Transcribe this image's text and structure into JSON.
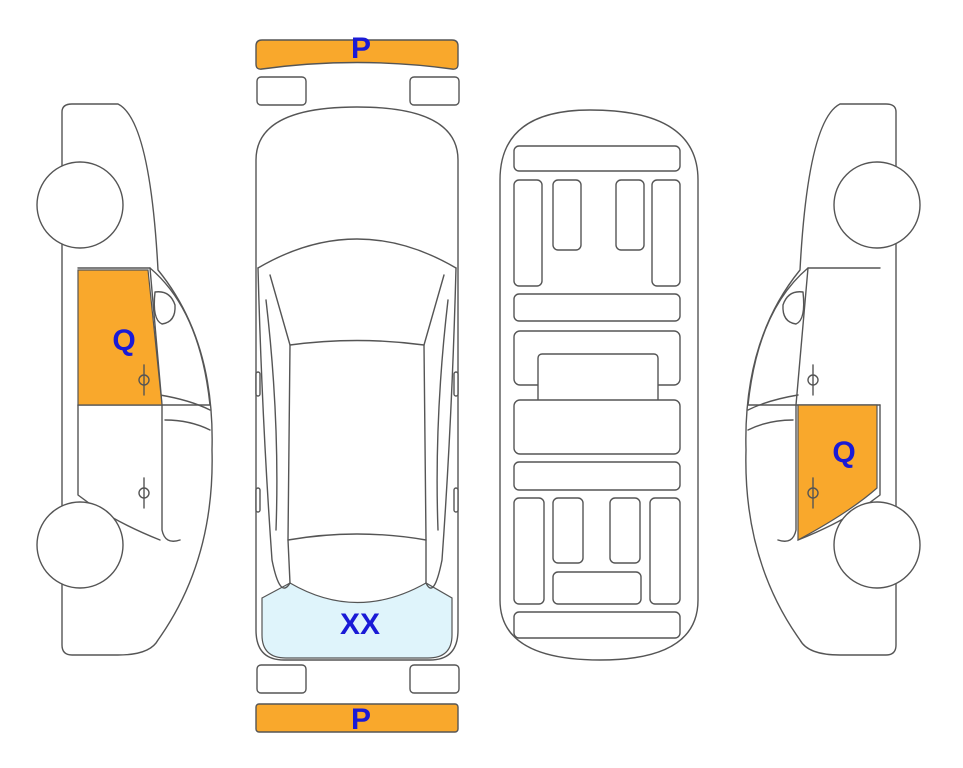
{
  "colors": {
    "damage_orange": "#f9a82c",
    "damage_light_blue": "#dff4fb",
    "label_blue": "#1a1ad6",
    "outline": "#555555"
  },
  "labels": {
    "front_bumper": "P",
    "rear_bumper": "P",
    "left_door": "Q",
    "right_door": "Q",
    "rear_window": "XX"
  }
}
